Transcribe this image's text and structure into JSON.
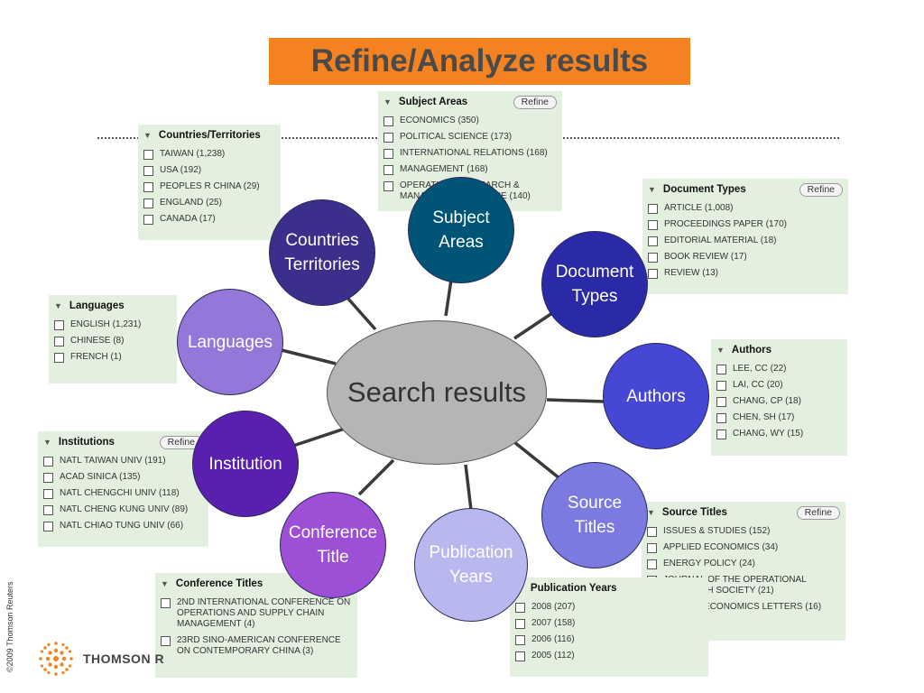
{
  "title": "Refine/Analyze results",
  "hub_label": "Search results",
  "nodes": {
    "subject": [
      "Subject",
      "Areas"
    ],
    "countries": [
      "Countries",
      "Territories"
    ],
    "document": [
      "Document",
      "Types"
    ],
    "languages": [
      "Languages"
    ],
    "authors": [
      "Authors"
    ],
    "institution": [
      "Institution"
    ],
    "source": [
      "Source",
      "Titles"
    ],
    "conference": [
      "Conference",
      "Title"
    ],
    "years": [
      "Publication",
      "Years"
    ]
  },
  "colors": {
    "title_bg": "#f58220",
    "panel_bg": "#e4f0df",
    "hub": "#b5b5b5"
  },
  "refine_label": "Refine",
  "panels": {
    "subject": {
      "title": "Subject Areas",
      "items": [
        "ECONOMICS (350)",
        "POLITICAL SCIENCE (173)",
        "INTERNATIONAL RELATIONS (168)",
        "MANAGEMENT (168)",
        "OPERATIONS RESEARCH & MANAGEMENT SCIENCE (140)"
      ]
    },
    "countries": {
      "title": "Countries/Territories",
      "items": [
        "TAIWAN (1,238)",
        "USA (192)",
        "PEOPLES R CHINA (29)",
        "ENGLAND (25)",
        "CANADA (17)"
      ]
    },
    "document": {
      "title": "Document Types",
      "items": [
        "ARTICLE (1,008)",
        "PROCEEDINGS PAPER (170)",
        "EDITORIAL MATERIAL (18)",
        "BOOK REVIEW (17)",
        "REVIEW (13)"
      ]
    },
    "languages": {
      "title": "Languages",
      "items": [
        "ENGLISH (1,231)",
        "CHINESE (8)",
        "FRENCH (1)"
      ]
    },
    "authors": {
      "title": "Authors",
      "items": [
        "LEE, CC (22)",
        "LAI, CC (20)",
        "CHANG, CP (18)",
        "CHEN, SH (17)",
        "CHANG, WY (15)"
      ]
    },
    "institutions": {
      "title": "Institutions",
      "items": [
        "NATL TAIWAN UNIV (191)",
        "ACAD SINICA (135)",
        "NATL CHENGCHI UNIV (118)",
        "NATL CHENG KUNG UNIV (89)",
        "NATL CHIAO TUNG UNIV (66)"
      ]
    },
    "source": {
      "title": "Source Titles",
      "items": [
        "ISSUES & STUDIES (152)",
        "APPLIED ECONOMICS (34)",
        "ENERGY POLICY (24)",
        "JOURNAL OF THE OPERATIONAL RESEARCH SOCIETY (21)",
        "APPLIED ECONOMICS LETTERS (16)"
      ]
    },
    "conference": {
      "title": "Conference Titles",
      "items": [
        "2ND INTERNATIONAL CONFERENCE ON OPERATIONS AND SUPPLY CHAIN MANAGEMENT (4)",
        "23RD SINO-AMERICAN CONFERENCE ON CONTEMPORARY CHINA (3)"
      ]
    },
    "years": {
      "title": "Publication Years",
      "items": [
        "2008 (207)",
        "2007 (158)",
        "2006 (116)",
        "2005 (112)"
      ]
    }
  },
  "copyright": "©2009 Thomson Reuters",
  "logo_text": "THOMSON R"
}
